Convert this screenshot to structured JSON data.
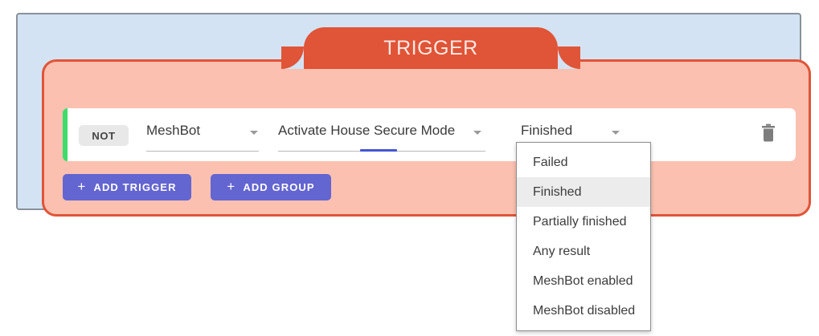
{
  "panel": {
    "tab_label": "TRIGGER",
    "accent_color": "#e05438",
    "panel_fill": "#fbc0b0",
    "canvas_fill": "#d3e3f3",
    "row_accent_color": "#3ddc6b"
  },
  "condition_row": {
    "not_label": "NOT",
    "delete_icon": "trash-icon",
    "selects": [
      {
        "name": "capability",
        "value": "MeshBot",
        "caret_icon": "chevron-down-icon",
        "focused": false
      },
      {
        "name": "action",
        "value": "Activate House Secure Mode",
        "caret_icon": "chevron-down-icon",
        "focused": true
      },
      {
        "name": "result",
        "value": "Finished",
        "caret_icon": "chevron-down-icon",
        "focused": false
      }
    ]
  },
  "result_menu": {
    "open": true,
    "selected": "Finished",
    "items": [
      {
        "label": "Failed"
      },
      {
        "label": "Finished"
      },
      {
        "label": "Partially finished"
      },
      {
        "label": "Any result"
      },
      {
        "label": "MeshBot enabled"
      },
      {
        "label": "MeshBot disabled"
      }
    ]
  },
  "actions": {
    "add_trigger_label": "ADD TRIGGER",
    "add_group_label": "ADD GROUP",
    "plus_icon": "+",
    "button_color": "#6365d1"
  }
}
